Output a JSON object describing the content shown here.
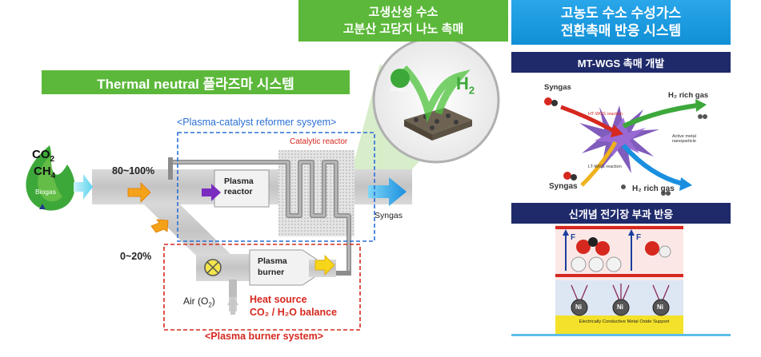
{
  "banners": {
    "thermal": "Thermal neutral 플라즈마 시스템",
    "catalyst_line1": "고생산성 수소",
    "catalyst_line2": "고분산 고담지 나노 촉매",
    "conversion_line1": "고농도 수소 수성가스",
    "conversion_line2": "전환촉매 반응 시스템",
    "mtwgs": "MT-WGS 촉매 개발",
    "efield": "신개념 전기장 부과 반응"
  },
  "diagram": {
    "reformer_system": "<Plasma-catalyst reformer sysyem>",
    "catalytic_reactor": "Catalytic reactor",
    "plasma_reactor_line1": "Plasma",
    "plasma_reactor_line2": "reactor",
    "plasma_burner_line1": "Plasma",
    "plasma_burner_line2": "burner",
    "syngas": "Syngas",
    "ratio_high": "80~100%",
    "ratio_low": "0~20%",
    "air": "Air (O",
    "air_sub": "2",
    "air_end": ")",
    "heat_source": "Heat source",
    "balance": "CO₂ / H₂O balance",
    "burner_system": "<Plasma burner system>",
    "co2": "CO",
    "co2_sub": "2",
    "ch4": "CH",
    "ch4_sub": "4",
    "biogas": "Biogas",
    "h2": "H",
    "h2_sub": "2",
    "circle_biogas": "Biogas"
  },
  "mtwgs_figure": {
    "syngas_top": "Syngas",
    "h2_rich_top": "H₂ rich gas",
    "ht_wgs": "HT-WGS reaction",
    "active_metal": "Active metal nanoparticle",
    "lt_wgs": "LT-WGS reaction",
    "syngas_bottom": "Syngas",
    "h2_rich_bottom": "H₂ rich gas"
  },
  "efield_figure": {
    "field_label": "F",
    "ni": "Ni",
    "support": "Electrically Conductive Metal Oxide Support"
  },
  "colors": {
    "green": "#5cb83a",
    "blue": "#1190d6",
    "navy": "#1f2a6b",
    "red": "#d6281f",
    "dash_blue": "#2a6fd6",
    "dash_red": "#d6281f"
  }
}
